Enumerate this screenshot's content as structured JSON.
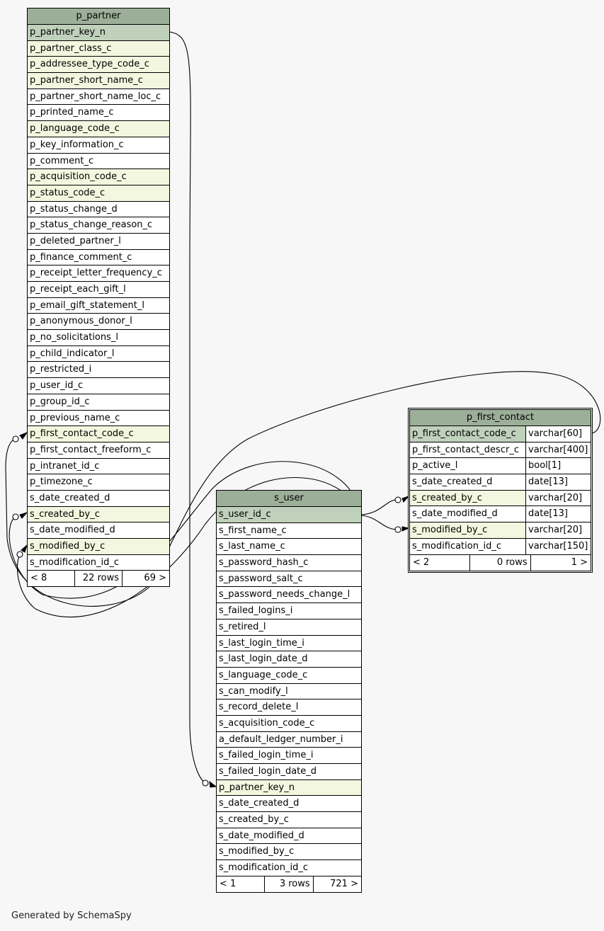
{
  "tables": [
    {
      "id": "p_partner",
      "name": "p_partner",
      "columns": [
        {
          "name": "p_partner_key_n",
          "kind": "pk"
        },
        {
          "name": "p_partner_class_c",
          "kind": "fk"
        },
        {
          "name": "p_addressee_type_code_c",
          "kind": "fk"
        },
        {
          "name": "p_partner_short_name_c",
          "kind": "fk"
        },
        {
          "name": "p_partner_short_name_loc_c",
          "kind": ""
        },
        {
          "name": "p_printed_name_c",
          "kind": ""
        },
        {
          "name": "p_language_code_c",
          "kind": "fk"
        },
        {
          "name": "p_key_information_c",
          "kind": ""
        },
        {
          "name": "p_comment_c",
          "kind": ""
        },
        {
          "name": "p_acquisition_code_c",
          "kind": "fk"
        },
        {
          "name": "p_status_code_c",
          "kind": "fk"
        },
        {
          "name": "p_status_change_d",
          "kind": ""
        },
        {
          "name": "p_status_change_reason_c",
          "kind": ""
        },
        {
          "name": "p_deleted_partner_l",
          "kind": ""
        },
        {
          "name": "p_finance_comment_c",
          "kind": ""
        },
        {
          "name": "p_receipt_letter_frequency_c",
          "kind": ""
        },
        {
          "name": "p_receipt_each_gift_l",
          "kind": ""
        },
        {
          "name": "p_email_gift_statement_l",
          "kind": ""
        },
        {
          "name": "p_anonymous_donor_l",
          "kind": ""
        },
        {
          "name": "p_no_solicitations_l",
          "kind": ""
        },
        {
          "name": "p_child_indicator_l",
          "kind": ""
        },
        {
          "name": "p_restricted_i",
          "kind": ""
        },
        {
          "name": "p_user_id_c",
          "kind": ""
        },
        {
          "name": "p_group_id_c",
          "kind": ""
        },
        {
          "name": "p_previous_name_c",
          "kind": ""
        },
        {
          "name": "p_first_contact_code_c",
          "kind": "fk"
        },
        {
          "name": "p_first_contact_freeform_c",
          "kind": ""
        },
        {
          "name": "p_intranet_id_c",
          "kind": ""
        },
        {
          "name": "p_timezone_c",
          "kind": ""
        },
        {
          "name": "s_date_created_d",
          "kind": ""
        },
        {
          "name": "s_created_by_c",
          "kind": "fk"
        },
        {
          "name": "s_date_modified_d",
          "kind": ""
        },
        {
          "name": "s_modified_by_c",
          "kind": "fk"
        },
        {
          "name": "s_modification_id_c",
          "kind": ""
        }
      ],
      "footer": {
        "parents": "< 8",
        "rows": "22 rows",
        "children": "69 >"
      }
    },
    {
      "id": "s_user",
      "name": "s_user",
      "columns": [
        {
          "name": "s_user_id_c",
          "kind": "pk"
        },
        {
          "name": "s_first_name_c",
          "kind": ""
        },
        {
          "name": "s_last_name_c",
          "kind": ""
        },
        {
          "name": "s_password_hash_c",
          "kind": ""
        },
        {
          "name": "s_password_salt_c",
          "kind": ""
        },
        {
          "name": "s_password_needs_change_l",
          "kind": ""
        },
        {
          "name": "s_failed_logins_i",
          "kind": ""
        },
        {
          "name": "s_retired_l",
          "kind": ""
        },
        {
          "name": "s_last_login_time_i",
          "kind": ""
        },
        {
          "name": "s_last_login_date_d",
          "kind": ""
        },
        {
          "name": "s_language_code_c",
          "kind": ""
        },
        {
          "name": "s_can_modify_l",
          "kind": ""
        },
        {
          "name": "s_record_delete_l",
          "kind": ""
        },
        {
          "name": "s_acquisition_code_c",
          "kind": ""
        },
        {
          "name": "a_default_ledger_number_i",
          "kind": ""
        },
        {
          "name": "s_failed_login_time_i",
          "kind": ""
        },
        {
          "name": "s_failed_login_date_d",
          "kind": ""
        },
        {
          "name": "p_partner_key_n",
          "kind": "fk"
        },
        {
          "name": "s_date_created_d",
          "kind": ""
        },
        {
          "name": "s_created_by_c",
          "kind": ""
        },
        {
          "name": "s_date_modified_d",
          "kind": ""
        },
        {
          "name": "s_modified_by_c",
          "kind": ""
        },
        {
          "name": "s_modification_id_c",
          "kind": ""
        }
      ],
      "footer": {
        "parents": "< 1",
        "rows": "3 rows",
        "children": "721 >"
      }
    },
    {
      "id": "p_first_contact",
      "name": "p_first_contact",
      "focus": true,
      "columns": [
        {
          "name": "p_first_contact_code_c",
          "type": "varchar[60]",
          "kind": "pk"
        },
        {
          "name": "p_first_contact_descr_c",
          "type": "varchar[400]",
          "kind": ""
        },
        {
          "name": "p_active_l",
          "type": "bool[1]",
          "kind": ""
        },
        {
          "name": "s_date_created_d",
          "type": "date[13]",
          "kind": ""
        },
        {
          "name": "s_created_by_c",
          "type": "varchar[20]",
          "kind": "fk"
        },
        {
          "name": "s_date_modified_d",
          "type": "date[13]",
          "kind": ""
        },
        {
          "name": "s_modified_by_c",
          "type": "varchar[20]",
          "kind": "fk"
        },
        {
          "name": "s_modification_id_c",
          "type": "varchar[150]",
          "kind": ""
        }
      ],
      "footer": {
        "parents": "< 2",
        "rows": "0 rows",
        "children": "1 >"
      }
    }
  ],
  "generated_by": "Generated by SchemaSpy"
}
